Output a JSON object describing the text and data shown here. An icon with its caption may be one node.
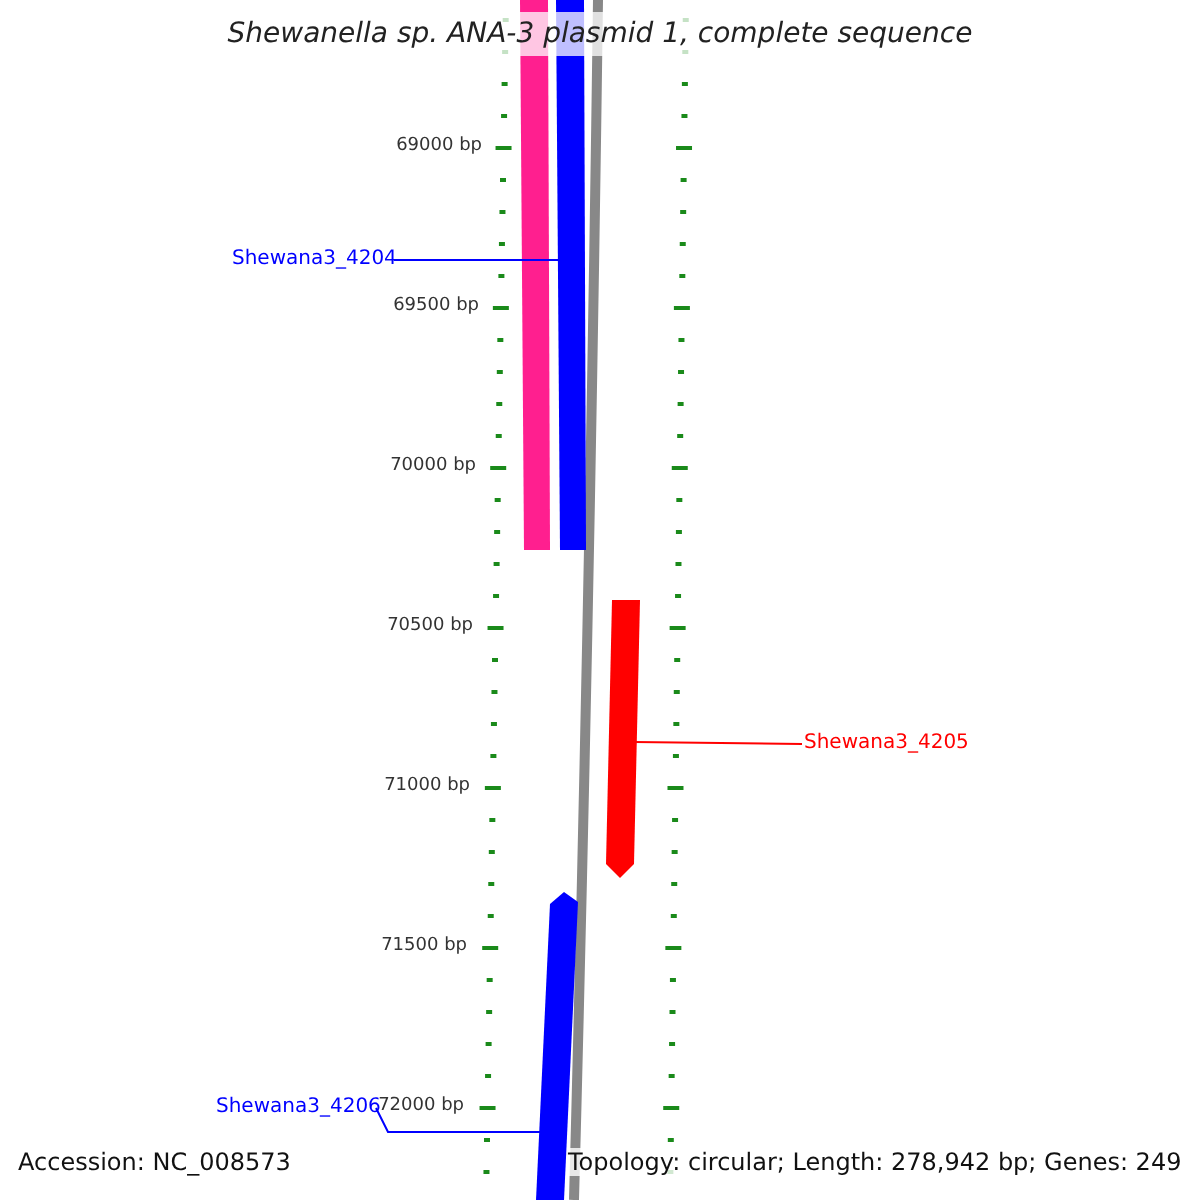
{
  "diagram": {
    "title": "Shewanella sp. ANA-3 plasmid 1, complete sequence",
    "nodes": [
      {
        "text": [
          "Shewana3_4204"
        ]
      },
      {
        "text": [
          "Shewana3_4205"
        ]
      },
      {
        "text": [
          "Shewana3_4206"
        ]
      },
      {
        "text": [],
        "shape": "bar"
      },
      {
        "text": [],
        "shape": "bar"
      },
      {
        "text": [],
        "shape": "bar"
      }
    ],
    "edges": [
      {
        "from": 0,
        "to": 3,
        "arrow": "none",
        "color": "#0000ff"
      },
      {
        "from": 1,
        "to": 4,
        "arrow": "none",
        "color": "#ff0000"
      },
      {
        "from": 2,
        "to": 5,
        "arrow": "none",
        "color": "#0000ff"
      }
    ],
    "labels": [
      "69000 bp",
      "69500 bp",
      "70000 bp",
      "70500 bp",
      "71000 bp",
      "71500 bp",
      "72000 bp",
      "Accession: NC_008573",
      "Topology: circular; Length: 278,942 bp; Genes: 249"
    ]
  }
}
